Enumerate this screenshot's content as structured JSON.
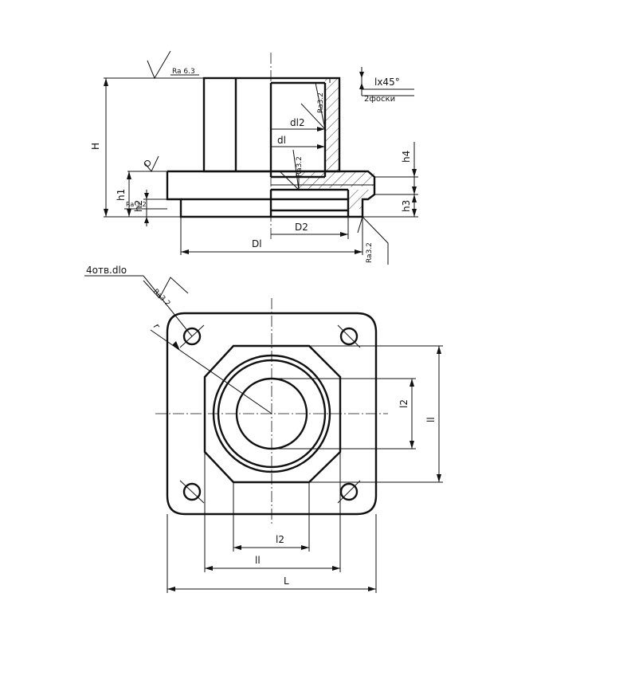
{
  "front_view": {
    "chamfer_note": "lx45°",
    "chamfer_count": "2фоски",
    "roughness_top": "Ra 6.3",
    "roughness_bore": "Ra3.2",
    "roughness_inner": "Ra3.2",
    "roughness_flange": "Ra 3.2",
    "roughness_right": "Ra3.2",
    "dim_H": "H",
    "dim_h1": "h1",
    "dim_h2": "h2",
    "dim_h3": "h3",
    "dim_h4": "h4",
    "dim_d1": "dl",
    "dim_d2": "dl2",
    "dim_D1": "Dl",
    "dim_D2": "D2"
  },
  "top_view": {
    "holes_note": "4отв.dlo",
    "roughness_holes": "Ra3.2",
    "dim_r": "r",
    "dim_L": "L",
    "dim_l1_horizontal": "ll",
    "dim_l2_horizontal": "l2",
    "dim_l1_vertical": "ll",
    "dim_l2_vertical": "l2"
  }
}
